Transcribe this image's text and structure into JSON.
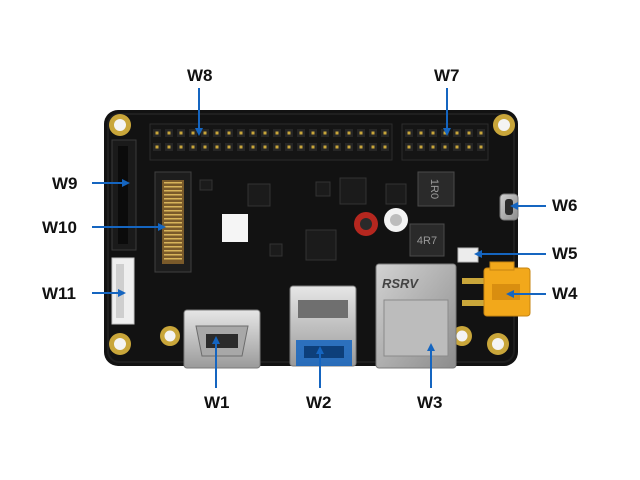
{
  "board": {
    "silk_brand": "RSRV",
    "inductor_top": "1R0",
    "inductor_bottom": "4R7"
  },
  "callouts": [
    {
      "id": "W1",
      "label": "W1",
      "target": "hdmi-port"
    },
    {
      "id": "W2",
      "label": "W2",
      "target": "usb-a-port"
    },
    {
      "id": "W3",
      "label": "W3",
      "target": "ethernet-port"
    },
    {
      "id": "W4",
      "label": "W4",
      "target": "power-connector"
    },
    {
      "id": "W5",
      "label": "W5",
      "target": "small-connector"
    },
    {
      "id": "W6",
      "label": "W6",
      "target": "usb-c-port"
    },
    {
      "id": "W7",
      "label": "W7",
      "target": "right-pin-header"
    },
    {
      "id": "W8",
      "label": "W8",
      "target": "left-pin-header"
    },
    {
      "id": "W9",
      "label": "W9",
      "target": "fpc-connector"
    },
    {
      "id": "W10",
      "label": "W10",
      "target": "m2-slot"
    },
    {
      "id": "W11",
      "label": "W11",
      "target": "side-connector"
    }
  ],
  "colors": {
    "arrow": "#1565c0",
    "board": "#121212",
    "header": "#151515",
    "label": "#111111"
  }
}
